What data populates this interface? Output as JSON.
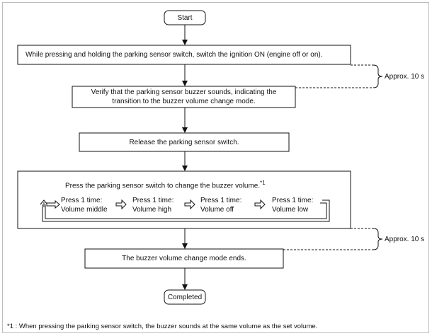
{
  "flow": {
    "start": "Start",
    "step1": "While pressing and holding the parking sensor switch, switch the ignition ON (engine off or on).",
    "step2_line1": "Verify that the parking sensor buzzer sounds, indicating the",
    "step2_line2": "transition to the buzzer volume change mode.",
    "step3": "Release the parking sensor switch.",
    "step4_title": "Press the parking sensor switch to change the buzzer volume.",
    "step4_note_ref": "*1",
    "cycle": [
      {
        "line1": "Press 1 time:",
        "line2": "Volume middle"
      },
      {
        "line1": "Press 1 time:",
        "line2": "Volume high"
      },
      {
        "line1": "Press 1 time:",
        "line2": "Volume off"
      },
      {
        "line1": "Press 1 time:",
        "line2": "Volume low"
      }
    ],
    "step5": "The buzzer volume change mode ends.",
    "end": "Completed"
  },
  "timing": {
    "first": "Approx. 10 s",
    "second": "Approx. 10 s"
  },
  "footnote": "*1 :  When pressing the parking sensor switch, the buzzer sounds at the same volume as the set volume."
}
